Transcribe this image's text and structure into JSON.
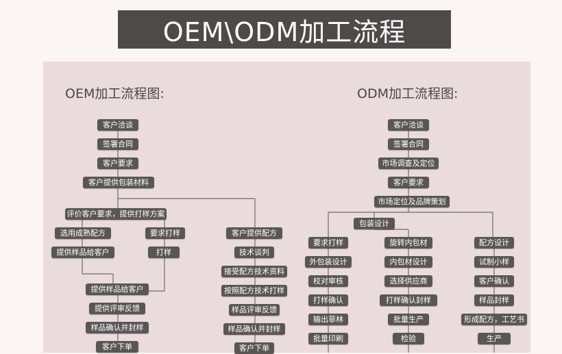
{
  "title": "OEM\\ODM加工流程",
  "oem": {
    "heading": "OEM加工流程图:",
    "nodes": {
      "n1": "客户洽谈",
      "n2": "签署合同",
      "n3": "客户要求",
      "n4": "客户提供包装材料",
      "n5": "评价客户要求，提供打样方案",
      "n6": "选用成熟配方",
      "n7": "提供样品给客户",
      "n8": "要求打样",
      "n9": "打样",
      "n10": "提供样品给客户",
      "n11": "提供评审反馈",
      "n12": "样品确认并封样",
      "n13": "客户下单",
      "r1": "客户提供配方",
      "r2": "技术谈判",
      "r3": "接受配方技术资料",
      "r4": "按照配方技术打样",
      "r5": "样品评审反馈",
      "r6": "样品确认并封样",
      "r7": "客户下单"
    }
  },
  "odm": {
    "heading": "ODM加工流程图:",
    "nodes": {
      "m1": "客户洽谈",
      "m2": "签署合同",
      "m3": "市场调查及定位",
      "m4": "客户要求",
      "m5": "市场定位及品牌策划",
      "m6": "包装设计",
      "a1": "要求打样",
      "a2": "外包装设计",
      "a3": "校对审核",
      "a4": "打样确认",
      "a5": "输出菲林",
      "a6": "批量印刷",
      "b1": "旋转内包材",
      "b2": "内包材设计",
      "b3": "选择供应商",
      "b4": "打样确认封样",
      "b5": "批量生产",
      "b6": "检验",
      "c1": "配方设计",
      "c2": "试制小样",
      "c3": "客户确认",
      "c4": "样品封样",
      "c5": "形成配方，工艺书",
      "c6": "生产"
    }
  }
}
